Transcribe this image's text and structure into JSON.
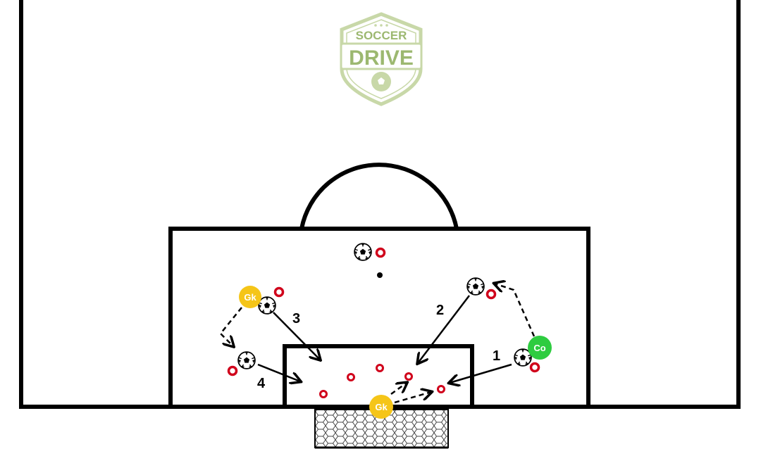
{
  "logo": {
    "line1": "SOCCER",
    "line2": "DRIVE"
  },
  "players": [
    {
      "id": "gk-left",
      "label": "Gk",
      "color": "#f5c518"
    },
    {
      "id": "gk-goal",
      "label": "Gk",
      "color": "#f5c518"
    },
    {
      "id": "coach",
      "label": "Co",
      "color": "#2ecc40"
    }
  ],
  "sequence": [
    "1",
    "2",
    "3",
    "4"
  ],
  "colors": {
    "line": "#000000",
    "cone": "#d0021b",
    "logo": "#c8d8a8",
    "logoText": "#9cb870"
  }
}
